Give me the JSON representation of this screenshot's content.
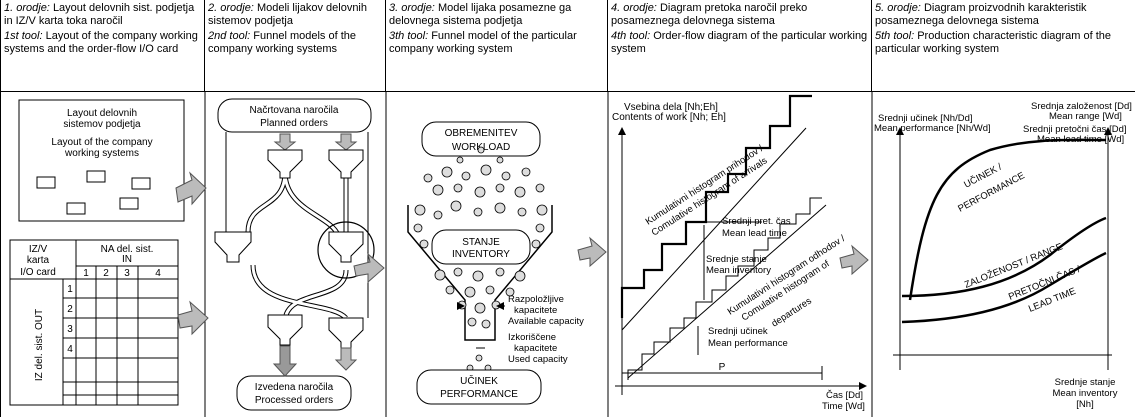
{
  "headers": [
    {
      "tool_si": "1. orodje:",
      "title_si": "Layout delovnih sist. podjetja in IZ/V karta toka naročil",
      "tool_en": "1st tool:",
      "title_en": "Layout of the company working systems and the order-flow I/O card"
    },
    {
      "tool_si": "2. orodje:",
      "title_si": "Modeli lijakov delovnih sistemov podjetja",
      "tool_en": "2nd tool:",
      "title_en": "Funnel models of the company working systems"
    },
    {
      "tool_si": "3. orodje:",
      "title_si": "Model lijaka posamezne ga delovnega sistema podjetja",
      "tool_en": "3th tool:",
      "title_en": "Funnel model of the particular company working system"
    },
    {
      "tool_si": "4. orodje:",
      "title_si": "Diagram pretoka naročil preko posameznega delovnega sistema",
      "tool_en": "4th tool:",
      "title_en": "Order-flow diagram of the particular working system"
    },
    {
      "tool_si": "5. orodje:",
      "title_si": "Diagram proizvodnih karakteristik posameznega delovnega sistema",
      "tool_en": "5th tool:",
      "title_en": "Production characteristic diagram of the particular working system"
    }
  ],
  "panel1": {
    "layout_si": "Layout delovnih sistemov podjetja",
    "layout_si_1": "Layout delovnih",
    "layout_si_2": "sistemov podjetja",
    "layout_en_1": "Layout of the company",
    "layout_en_2": "working systems",
    "io_1": "IZ/V",
    "io_2": "karta",
    "io_3": "I/O card",
    "na_1": "NA del. sist.",
    "na_2": "IN",
    "cols": [
      "1",
      "2",
      "3",
      "4"
    ],
    "rows": [
      "1",
      "2",
      "3",
      "4"
    ],
    "out_label": "IZ del. sist. OUT"
  },
  "panel2": {
    "planned_si": "Načrtovana naročila",
    "planned_en": "Planned orders",
    "processed_si": "Izvedena naročila",
    "processed_en": "Processed orders"
  },
  "panel3": {
    "workload_si": "OBREMENITEV",
    "workload_en": "WORKLOAD",
    "inv_si": "STANJE",
    "inv_en": "INVENTORY",
    "avail_1": "Razpoložljive",
    "avail_2": "kapacitete",
    "avail_3": "Available capacity",
    "used_1": "Izkoriščene",
    "used_2": "kapacitete",
    "used_3": "Used capacity",
    "perf_si": "UČINEK",
    "perf_en": "PERFORMANCE"
  },
  "panel4": {
    "ylabel_si": "Vsebina dela [Nh;Eh]",
    "ylabel_en": "Contents of work [Nh; Eh]",
    "arr_si": "Kumulativni histogram prihodov /",
    "arr_en": "Comulative histogram of arrivals",
    "dep_si": "Kumulativni histogram odhodov /",
    "dep_en1": "Comulative histogram of",
    "dep_en2": "departures",
    "lead_si": "Srednji pret. čas",
    "lead_en": "Mean lead time",
    "inv_si": "Srednje stanje",
    "inv_en": "Mean inventory",
    "perf_si": "Srednji učinek",
    "perf_en": "Mean performance",
    "p": "P",
    "x_si": "Čas [Dd]",
    "x_en": "Time [Wd]"
  },
  "panel5": {
    "perf_si": "Srednji učinek [Nh/Dd]",
    "perf_en": "Mean performance [Nh/Wd]",
    "range_si": "Srednja založenost [Dd]",
    "range_en": "Mean range [Wd]",
    "lt_si": "Srednji pretočni čas [Dd]",
    "lt_en": "Mean lead time [Wd]",
    "c_perf_1": "UČINEK /",
    "c_perf_2": "PERFORMANCE",
    "c_range": "ZALOŽENOST / RANGE",
    "c_lt_1": "PRETOČNI ČAS /",
    "c_lt_2": "LEAD TIME",
    "x_1": "Srednje stanje",
    "x_2": "Mean inventory",
    "x_3": "[Nh]"
  }
}
